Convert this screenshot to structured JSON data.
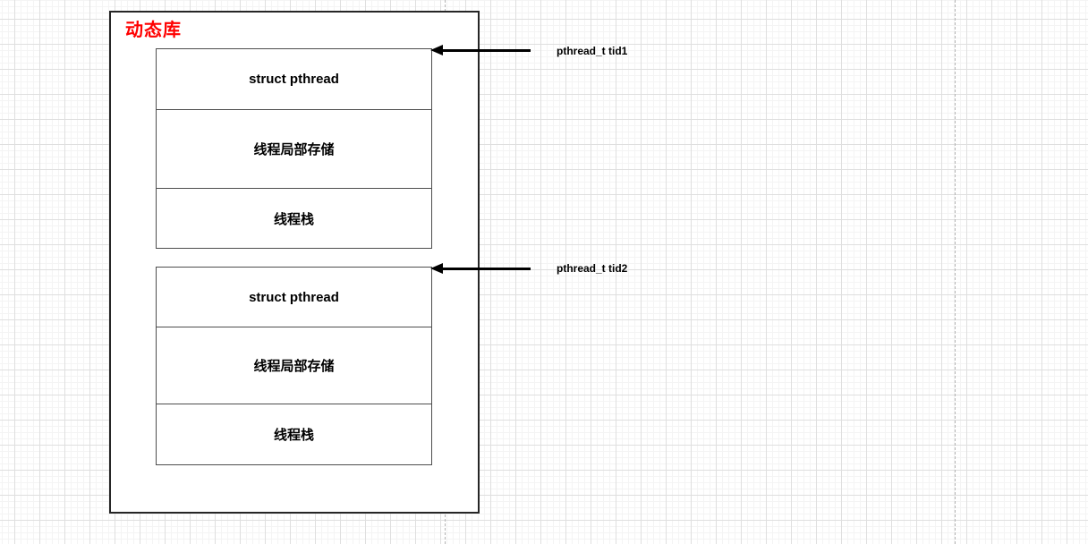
{
  "diagram": {
    "title": "动态库",
    "title_color": "#ff0000",
    "arrow_color": "#000000",
    "thread_blocks": [
      {
        "pointer_label": "pthread_t tid1",
        "rows": [
          "struct pthread",
          "线程局部存储",
          "线程栈"
        ]
      },
      {
        "pointer_label": "pthread_t tid2",
        "rows": [
          "struct pthread",
          "线程局部存储",
          "线程栈"
        ]
      }
    ]
  }
}
